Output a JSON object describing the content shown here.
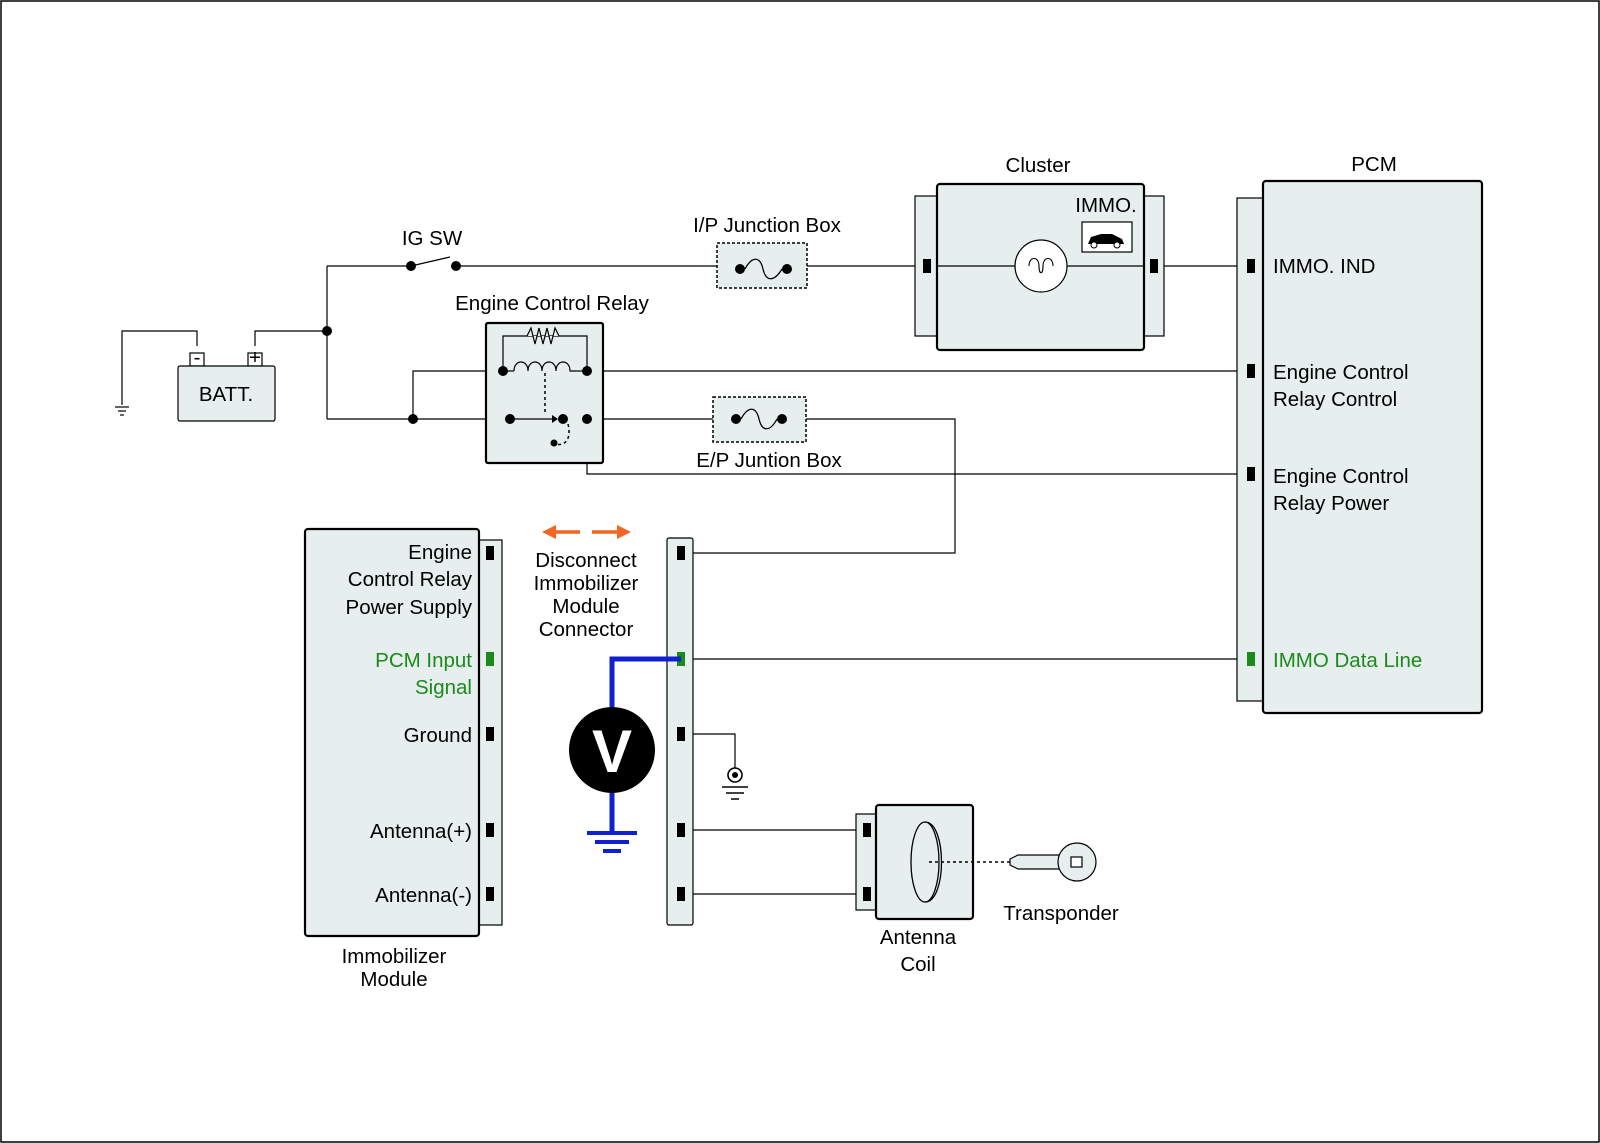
{
  "components": {
    "ig_sw": "IG SW",
    "ip_junction_box": "I/P Junction Box",
    "cluster": "Cluster",
    "immo_label": "IMMO.",
    "pcm": "PCM",
    "engine_control_relay": "Engine Control Relay",
    "battery": "BATT.",
    "battery_minus": "-",
    "battery_plus": "+",
    "ep_junction_box": "E/P Juntion Box",
    "immobilizer_module": [
      "Immobilizer",
      "Module"
    ],
    "antenna_coil": [
      "Antenna",
      "Coil"
    ],
    "transponder": "Transponder",
    "voltmeter": "V"
  },
  "pcm_pins": {
    "immo_ind": "IMMO. IND",
    "ecr_control": [
      "Engine Control",
      "Relay Control"
    ],
    "ecr_power": [
      "Engine Control",
      "Relay Power"
    ],
    "immo_data_line": "IMMO Data Line"
  },
  "module_pins": {
    "ecr_power_supply": [
      "Engine",
      "Control Relay",
      "Power Supply"
    ],
    "pcm_input_signal": [
      "PCM Input",
      "Signal"
    ],
    "ground": "Ground",
    "antenna_plus": "Antenna(+)",
    "antenna_minus": "Antenna(-)"
  },
  "instruction": [
    "Disconnect",
    "Immobilizer",
    "Module",
    "Connector"
  ],
  "colors": {
    "highlight_signal": "#1a8a1a",
    "meter_lead": "#1020d0",
    "disconnect_arrow": "#f26522",
    "component_fill": "#e7eeee"
  }
}
